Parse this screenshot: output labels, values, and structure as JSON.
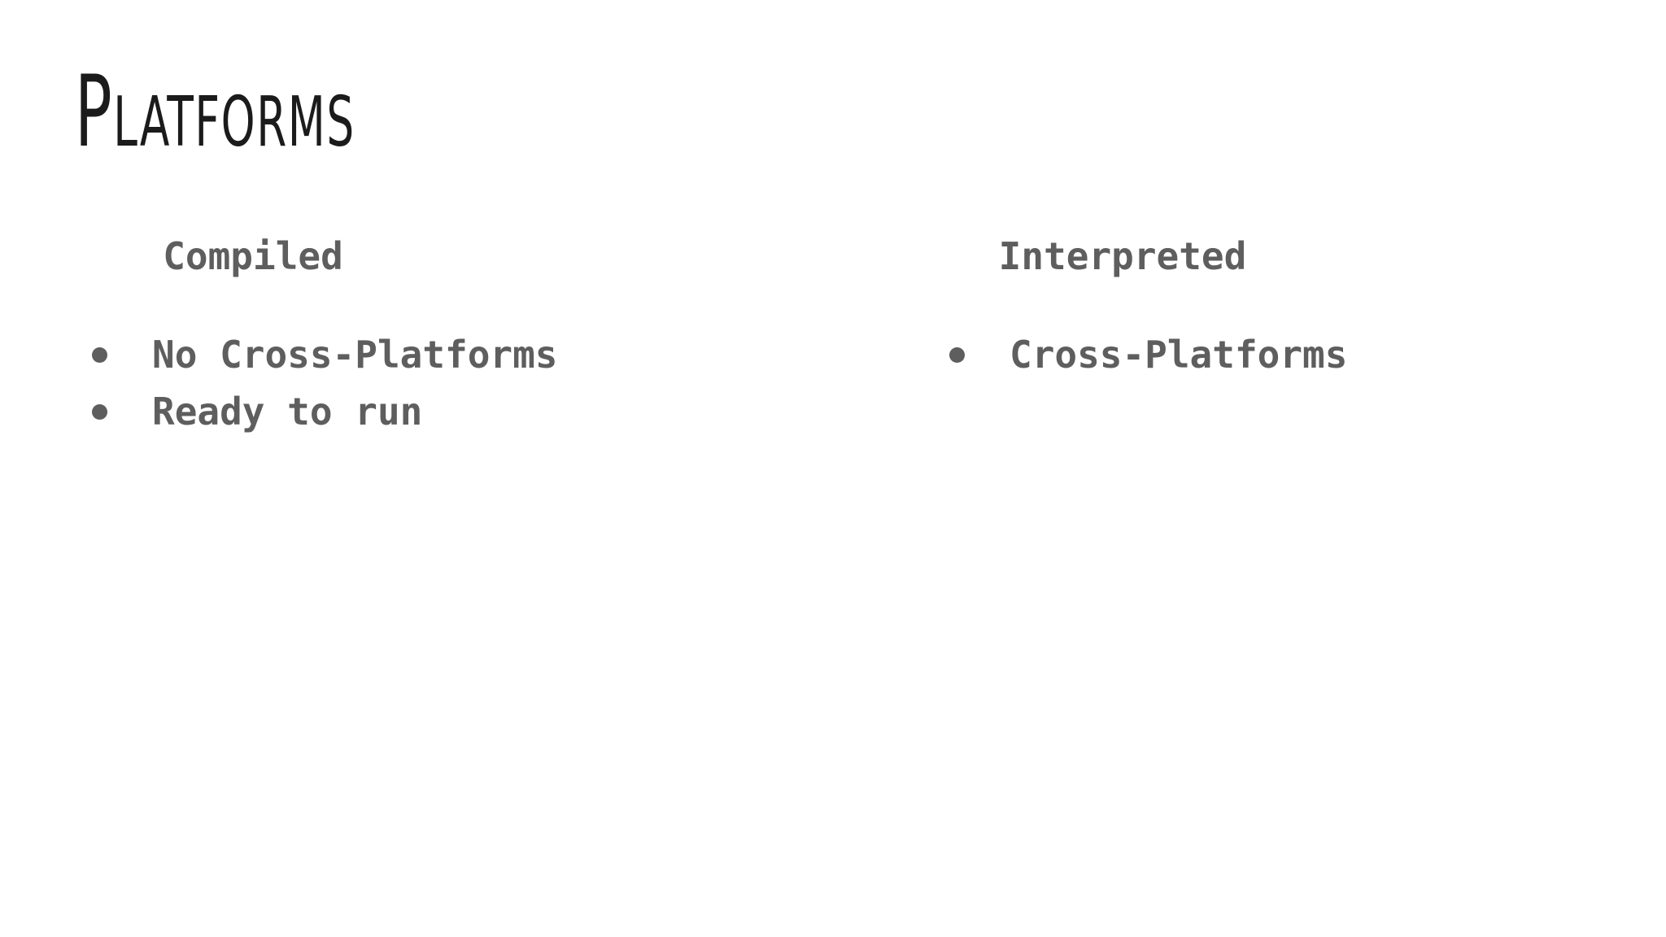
{
  "slide": {
    "title": "Platforms",
    "background_color": "#ffffff",
    "title_color": "#1b1b1b",
    "body_color": "#5e5e5e"
  },
  "columns": [
    {
      "id": "compiled",
      "heading": "Compiled",
      "items": [
        {
          "bullet": "bullet-dot-icon",
          "label": "No Cross-Platforms"
        },
        {
          "bullet": "bullet-dot-icon",
          "label": "Ready to run"
        }
      ]
    },
    {
      "id": "interpreted",
      "heading": "Interpreted",
      "items": [
        {
          "bullet": "bullet-dot-icon",
          "label": "Cross-Platforms"
        }
      ]
    }
  ]
}
